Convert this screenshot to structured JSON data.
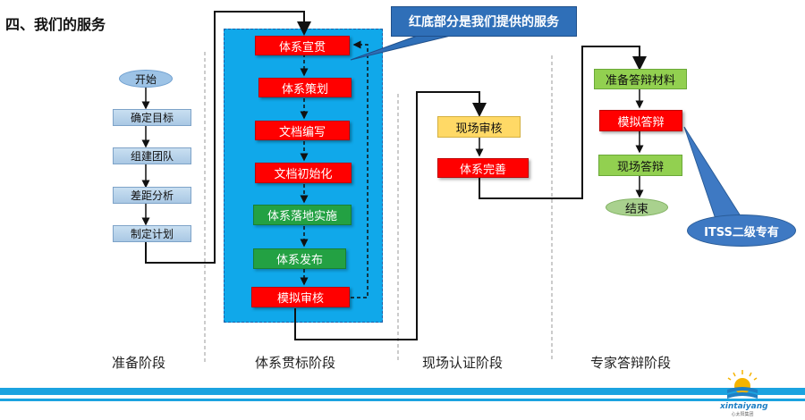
{
  "slide": {
    "title": "四、我们的服务",
    "callout": "红底部分是我们提供的服务",
    "badge": "ITSS二级专有"
  },
  "phases": [
    {
      "label": "准备阶段"
    },
    {
      "label": "体系贯标阶段"
    },
    {
      "label": "现场认证阶段"
    },
    {
      "label": "专家答辩阶段"
    }
  ],
  "prep": {
    "start": "开始",
    "steps": [
      "确定目标",
      "组建团队",
      "差距分析",
      "制定计划"
    ]
  },
  "standard": {
    "steps": [
      "体系宣贯",
      "体系策划",
      "文档编写",
      "文档初始化",
      "体系落地实施",
      "体系发布",
      "模拟审核"
    ]
  },
  "onsite": {
    "steps": [
      "现场审核",
      "体系完善"
    ]
  },
  "defense": {
    "steps": [
      "准备答辩材料",
      "模拟答辩",
      "现场答辩"
    ],
    "end": "结束"
  },
  "logo": {
    "name": "xintaiyang",
    "sub": "心太阳集团"
  },
  "colors": {
    "service_red": "#ff0000",
    "panel_blue": "#10a8ea",
    "bottom_bar": "#1ba3e0"
  }
}
